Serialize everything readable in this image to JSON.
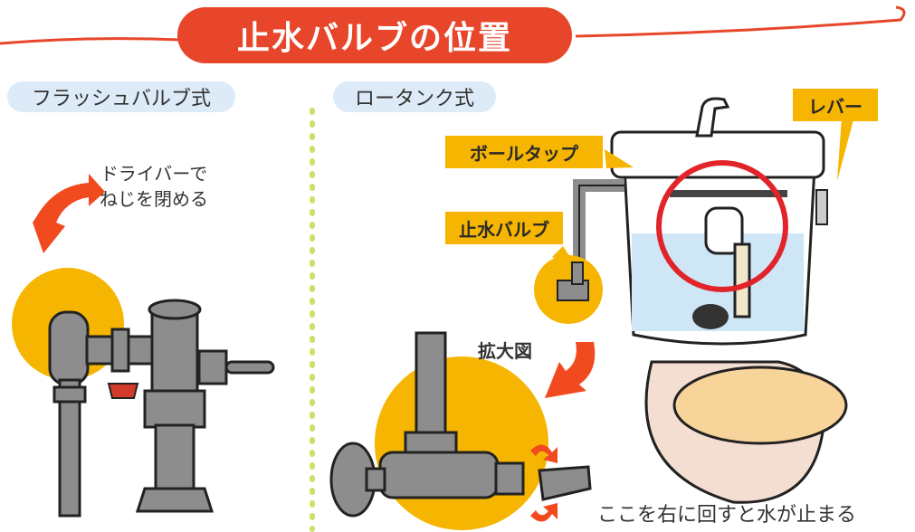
{
  "title": "止水バルブの位置",
  "left_section": {
    "label": "フラッシュバルブ式",
    "note_line1": "ドライバーで",
    "note_line2": "ねじを閉める"
  },
  "right_section": {
    "label": "ロータンク式",
    "callouts": {
      "ball_tap": "ボールタップ",
      "shutoff_valve": "止水バルブ",
      "lever": "レバー"
    },
    "zoom_label": "拡大図",
    "instruction": "ここを右に回すと水が止まる"
  },
  "colors": {
    "title_bg": "#e8462a",
    "accent_yellow": "#f6b500",
    "tag_bg": "#dcebf7",
    "highlight_red": "#e0242a",
    "arrow_red": "#f04a1e"
  }
}
